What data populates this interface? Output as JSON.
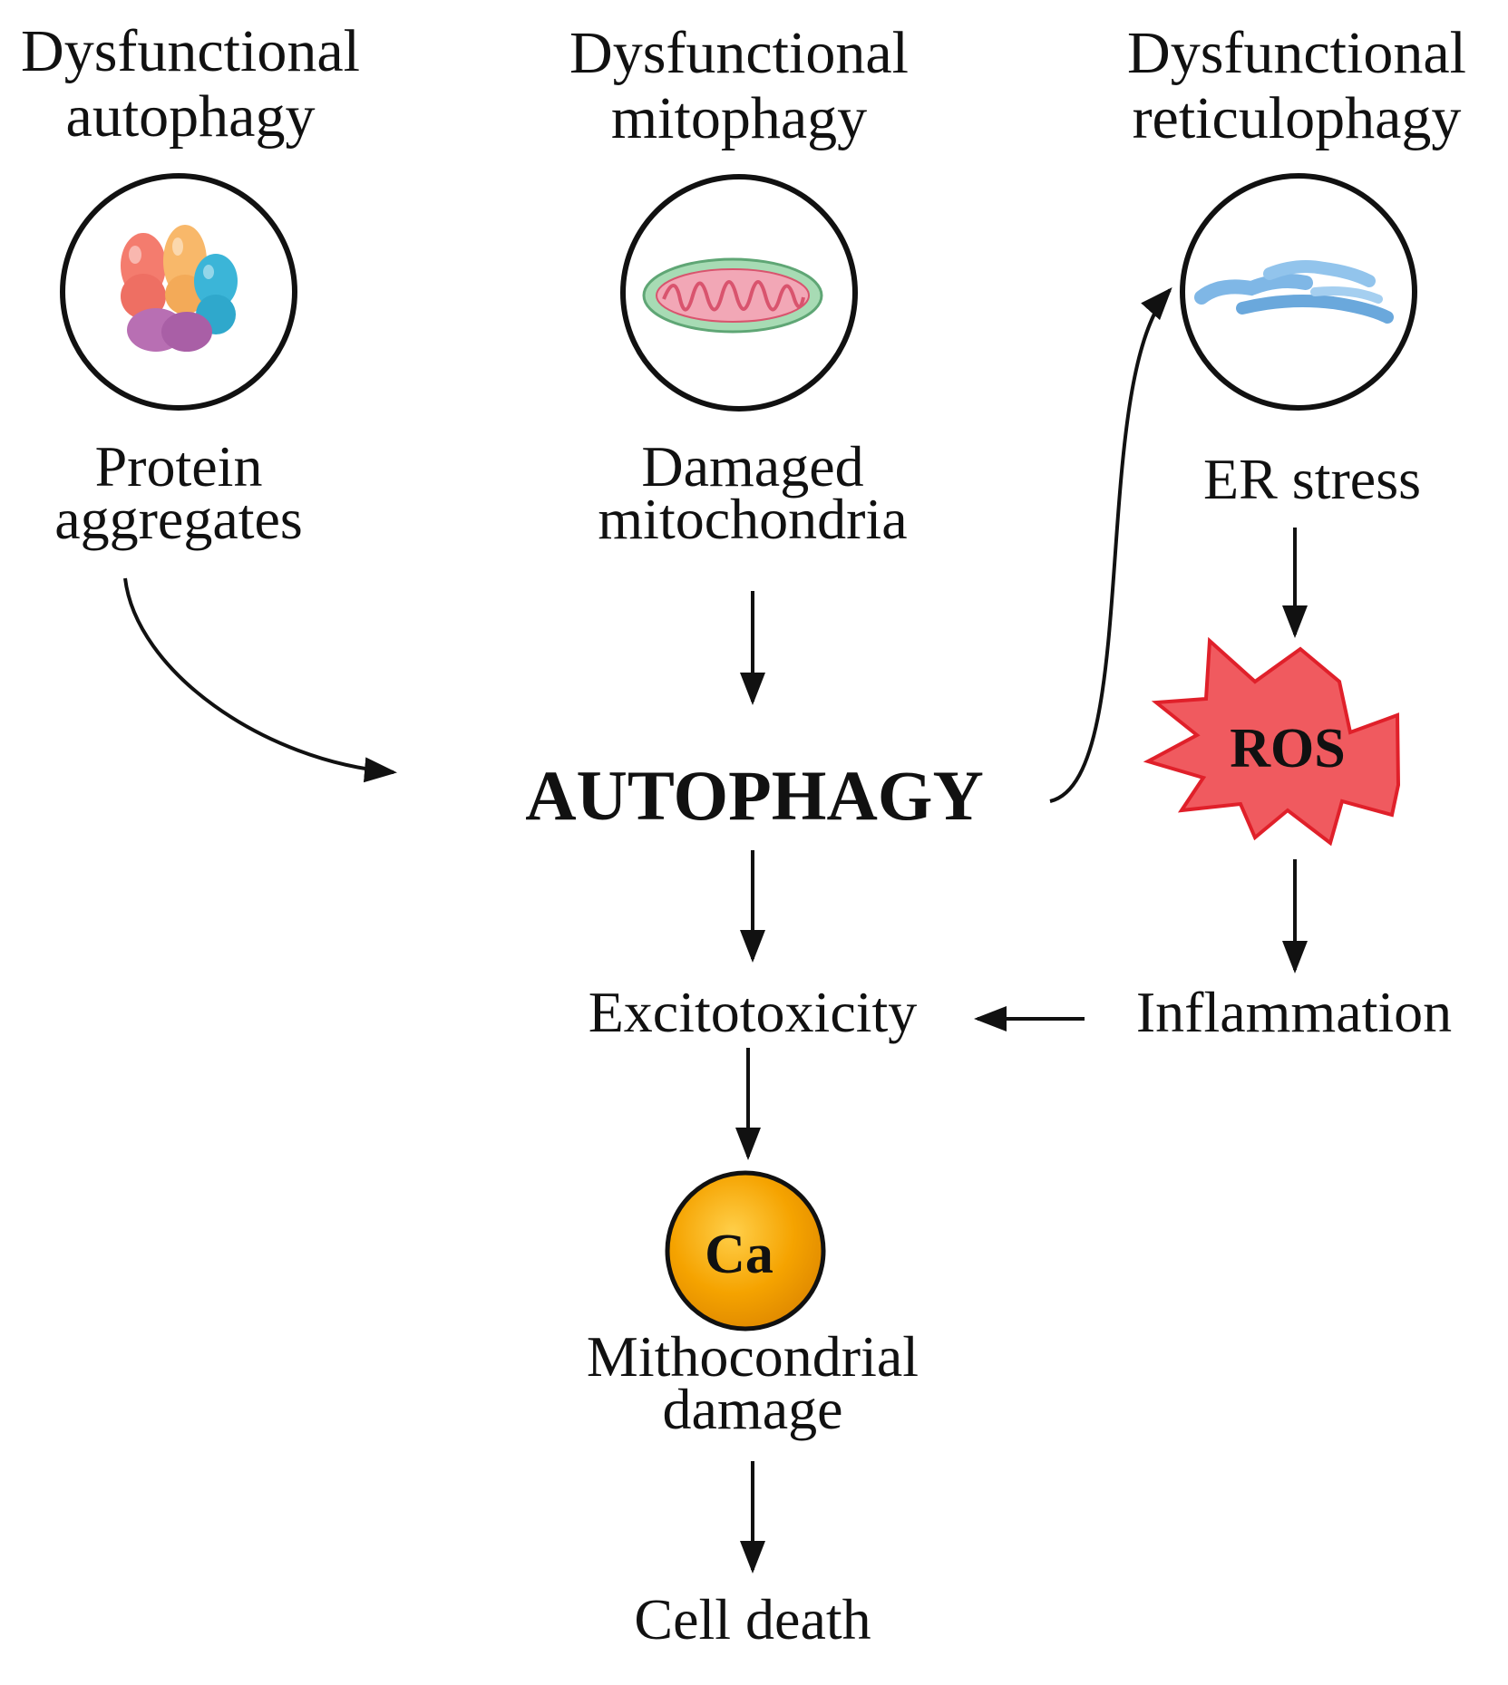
{
  "columns": {
    "left": {
      "title_line1": "Dysfunctional",
      "title_line2": "autophagy",
      "caption_line1": "Protein",
      "caption_line2": "aggregates",
      "icon": "protein-aggregate-icon"
    },
    "middle": {
      "title_line1": "Dysfunctional",
      "title_line2": "mitophagy",
      "caption_line1": "Damaged",
      "caption_line2": "mitochondria",
      "icon": "mitochondrion-icon"
    },
    "right": {
      "title_line1": "Dysfunctional",
      "title_line2": "reticulophagy",
      "caption": "ER stress",
      "icon": "endoplasmic-reticulum-icon"
    }
  },
  "center": {
    "autophagy": "AUTOPHAGY",
    "excitotoxicity": "Excitotoxicity",
    "calcium_label": "Ca",
    "mito_damage_line1": "Mithocondrial",
    "mito_damage_line2": "damage",
    "cell_death": "Cell death"
  },
  "right_path": {
    "ros": "ROS",
    "inflammation": "Inflammation"
  },
  "colors": {
    "ros_fill": "#f05a5f",
    "ros_stroke": "#e0202a",
    "calcium_fill": "#f5a300",
    "mito_outer": "#a7dbb4",
    "mito_inner": "#f2a7b6",
    "er": "#7fb7e6"
  }
}
